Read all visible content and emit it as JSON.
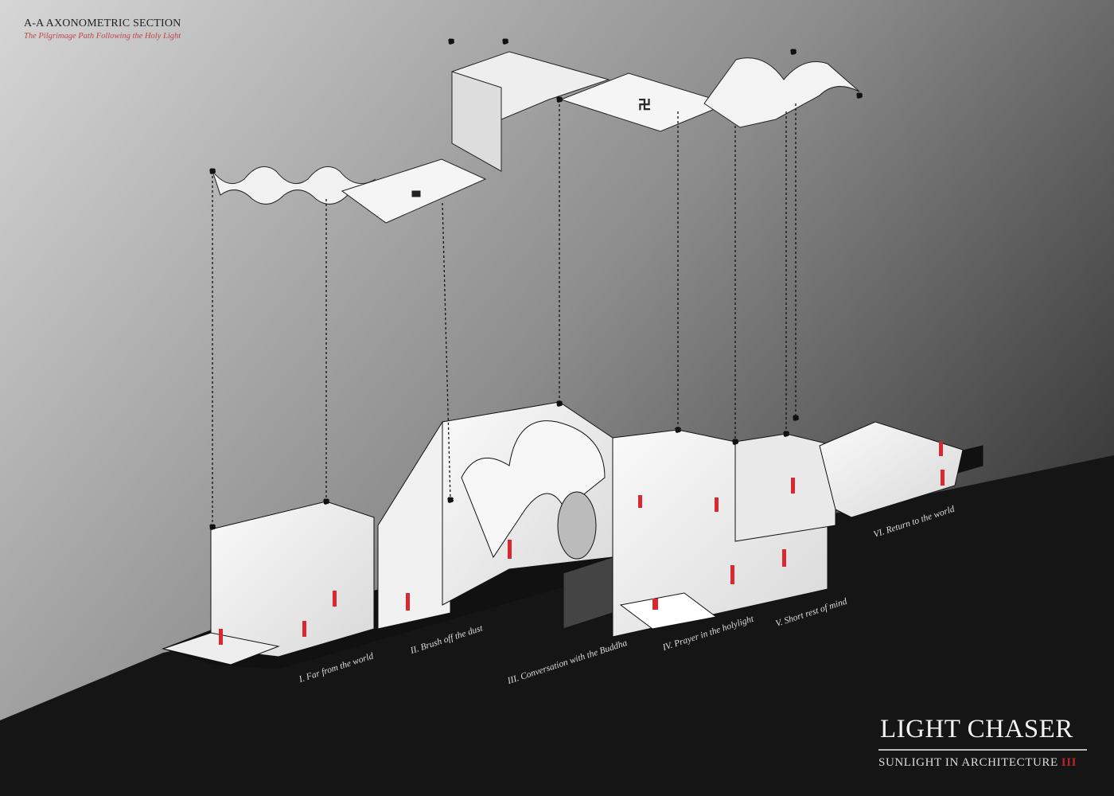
{
  "header": {
    "title": "A-A AXONOMETRIC SECTION",
    "subtitle": "The Pilgrimage Path Following the Holy Light"
  },
  "spaces": [
    {
      "label": "I. Far from the world"
    },
    {
      "label": "II. Brush off the dust"
    },
    {
      "label": "III. Conversation with the Buddha"
    },
    {
      "label": "IV. Prayer in the holylight"
    },
    {
      "label": "V.  Short rest of mind"
    },
    {
      "label": "VI. Return to the world"
    }
  ],
  "brand": {
    "title": "LIGHT CHASER",
    "tagline": "SUNLIGHT IN ARCHITECTURE",
    "series_number": "III"
  },
  "colors": {
    "figure_accent": "#d9282f",
    "ground": "#151515",
    "subtitle": "#c0454b"
  }
}
